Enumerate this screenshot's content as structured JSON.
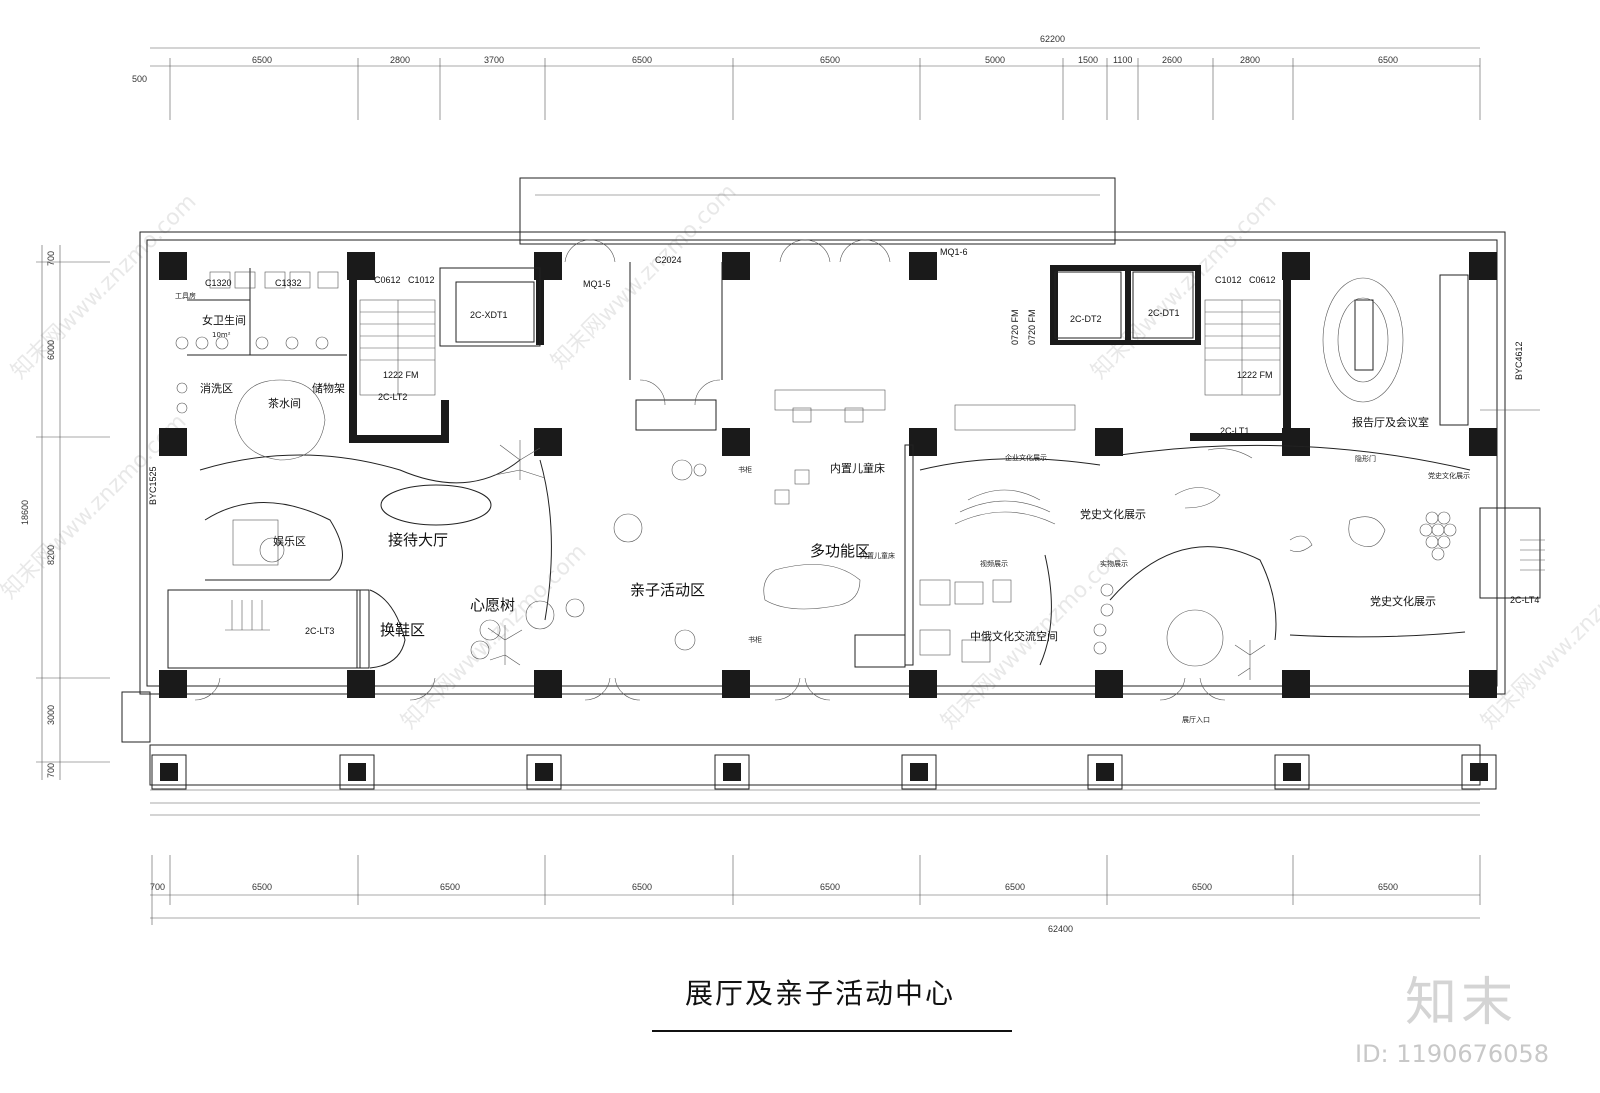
{
  "drawing": {
    "title": "展厅及亲子活动中心",
    "top_dims": {
      "total": "62200",
      "segments": [
        "6500",
        "2800",
        "3700",
        "6500",
        "6500",
        "5000",
        "1500",
        "1100",
        "2600",
        "2800",
        "6500"
      ],
      "left_offset": "500"
    },
    "bottom_dims": {
      "total": "62400",
      "segments": [
        "700",
        "6500",
        "6500",
        "6500",
        "6500",
        "6500",
        "6500",
        "6500"
      ]
    },
    "left_dims": {
      "total": "18600",
      "segments": [
        "700",
        "6000",
        "8200",
        "3000",
        "700"
      ]
    },
    "door_codes": {
      "mq1_5": "MQ1-5",
      "mq1_6": "MQ1-6",
      "c2024": "C2024",
      "c0612_l": "C0612",
      "c1012_l": "C1012",
      "c1012_r": "C1012",
      "c0612_r": "C0612",
      "byc1525": "BYC1525",
      "byc4612": "BYC4612",
      "fm_l": "1222 FM",
      "fm_r": "1222 FM",
      "fm_v1": "0720 FM",
      "fm_v2": "0720 FM",
      "c1320": "C1320",
      "c1332": "C1332"
    },
    "elevators": {
      "xdt1": "2C-XDT1",
      "dt2": "2C-DT2",
      "dt1": "2C-DT1"
    },
    "stairs": {
      "lt2": "2C-LT2",
      "lt3": "2C-LT3",
      "lt1": "2C-LT1",
      "lt4": "2C-LT4"
    },
    "rooms": {
      "tool_room": "工具房",
      "womens_wc": "女卫生间",
      "womens_wc_area": "10m²",
      "wash_area": "消洗区",
      "tea_room": "茶水间",
      "storage_rack": "储物架",
      "play_area": "娱乐区",
      "reception": "接待大厅",
      "wish_tree": "心愿树",
      "shoe_area": "换鞋区",
      "parent_child": "亲子活动区",
      "multi_function": "多功能区",
      "built_in_bed": "内置儿童床",
      "built_in_bed_small": "内置儿童床",
      "party_history_1": "党史文化展示",
      "party_history_2": "党史文化展示",
      "party_history_3": "党史文化展示",
      "corporate_culture": "企业文化展示",
      "exchange_space": "中俄文化交流空间",
      "report_hall": "报告厅及会议室",
      "hidden_door": "隐形门",
      "bookshelf_1": "书柜",
      "bookshelf_2": "书柜",
      "video_display": "视频展示",
      "physical_display": "实物展示",
      "hall_entry": "展厅入口"
    },
    "watermark": {
      "text": "知末网www.znzmo.com"
    },
    "brand": {
      "logo": "知末",
      "id": "ID: 1190676058"
    }
  }
}
